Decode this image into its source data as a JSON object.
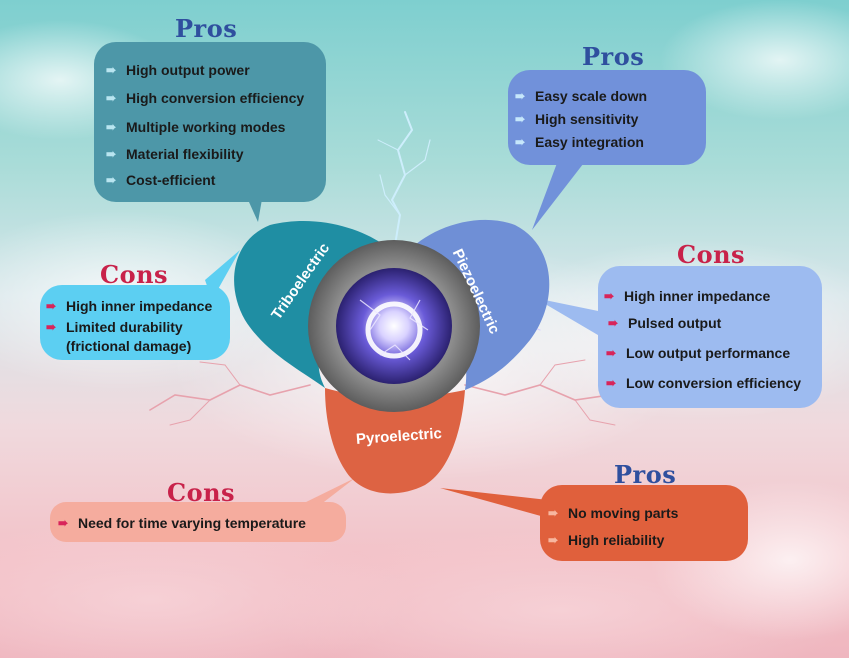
{
  "triboelectric": {
    "name": "Triboelectric",
    "pros_heading": "Pros",
    "pros": [
      "High output power",
      "High conversion efficiency",
      "Multiple working modes",
      "Material flexibility",
      "Cost-efficient"
    ],
    "cons_heading": "Cons",
    "cons": [
      "High inner impedance",
      "Limited durability",
      "(frictional damage)"
    ]
  },
  "piezoelectric": {
    "name": "Piezoelectric",
    "pros_heading": "Pros",
    "pros": [
      "Easy scale down",
      "High sensitivity",
      "Easy integration"
    ],
    "cons_heading": "Cons",
    "cons": [
      "High inner impedance",
      "Pulsed output",
      "Low output performance",
      "Low conversion efficiency"
    ]
  },
  "pyroelectric": {
    "name": "Pyroelectric",
    "pros_heading": "Pros",
    "pros": [
      "No moving parts",
      "High reliability"
    ],
    "cons_heading": "Cons",
    "cons": [
      "Need for time varying temperature"
    ]
  },
  "colors": {
    "tribo_petal": "#1f8ea3",
    "tribo_pros_box": "#4d97a8",
    "tribo_cons_box": "#5ccff2",
    "piezo_petal": "#6f8fd6",
    "piezo_pros_box": "#7191da",
    "piezo_cons_box": "#9dbbf0",
    "pyro_petal": "#dd6343",
    "pyro_pros_box": "#e0603c",
    "pyro_cons_box": "#f5ac9e",
    "pros_heading": "#2f4f9e",
    "cons_heading": "#c8224a"
  }
}
